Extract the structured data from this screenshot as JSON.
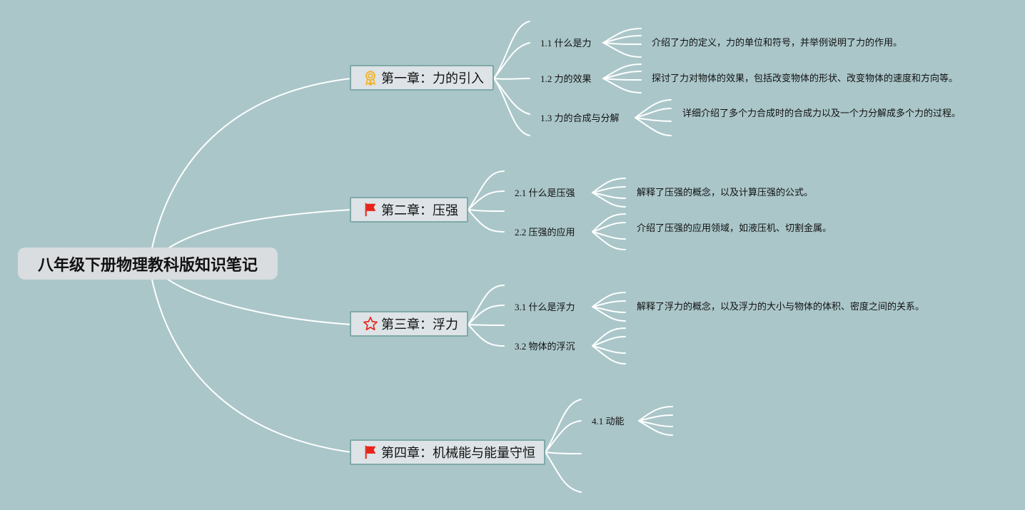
{
  "root": {
    "title": "八年级下册物理教科版知识笔记"
  },
  "chapters": [
    {
      "title": "第一章：力的引入",
      "icon": "award-ribbon-icon",
      "icon_color": "#f0b429",
      "sections": [
        {
          "label": "1.1 什么是力",
          "desc": "介绍了力的定义，力的单位和符号，并举例说明了力的作用。"
        },
        {
          "label": "1.2 力的效果",
          "desc": "探讨了力对物体的效果，包括改变物体的形状、改变物体的速度和方向等。"
        },
        {
          "label": "1.3 力的合成与分解",
          "desc": "详细介绍了多个力合成时的合成力以及一个力分解成多个力的过程。"
        }
      ]
    },
    {
      "title": "第二章：压强",
      "icon": "red-flag-icon",
      "icon_color": "#e8231a",
      "sections": [
        {
          "label": "2.1 什么是压强",
          "desc": "解释了压强的概念，以及计算压强的公式。"
        },
        {
          "label": "2.2 压强的应用",
          "desc": "介绍了压强的应用领域，如液压机、切割金属。"
        }
      ]
    },
    {
      "title": "第三章：浮力",
      "icon": "star-outline-icon",
      "icon_color": "#e8231a",
      "sections": [
        {
          "label": "3.1 什么是浮力",
          "desc": "解释了浮力的概念，以及浮力的大小与物体的体积、密度之间的关系。"
        },
        {
          "label": "3.2 物体的浮沉",
          "desc": ""
        }
      ]
    },
    {
      "title": "第四章：机械能与能量守恒",
      "icon": "red-flag-icon",
      "icon_color": "#e8231a",
      "sections": [
        {
          "label": "4.1 动能",
          "desc": ""
        }
      ]
    }
  ],
  "colors": {
    "background": "#aac6c9",
    "connector": "#ffffff",
    "node_border": "#7fa9a8"
  }
}
